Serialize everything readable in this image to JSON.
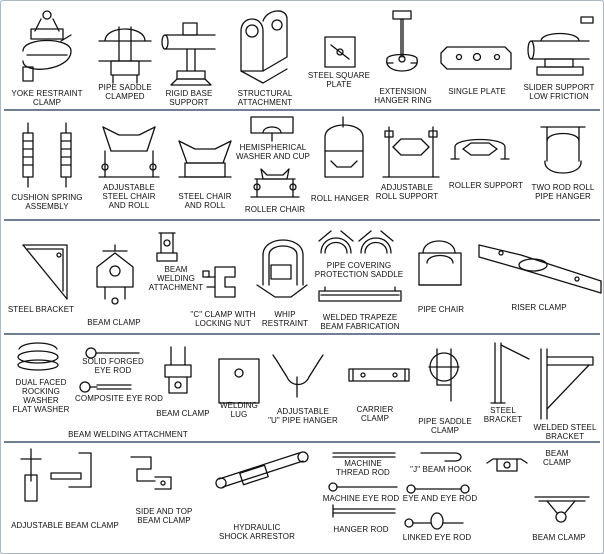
{
  "row1": {
    "yoke_restraint_clamp": "YOKE RESTRAINT\nCLAMP",
    "pipe_saddle_clamped": "PIPE SADDLE\nCLAMPED",
    "rigid_base_support": "RIGID BASE\nSUPPORT",
    "structural_attachment": "STRUCTURAL\nATTACHMENT",
    "steel_square_plate": "STEEL SQUARE\nPLATE",
    "extension_hanger_ring": "EXTENSION\nHANGER RING",
    "single_plate": "SINGLE PLATE",
    "slider_support": "SLIDER SUPPORT\nLOW FRICTION"
  },
  "row2": {
    "cushion_spring_assembly": "CUSHION SPRING\nASSEMBLY",
    "adjustable_steel_chair_and_roll": "ADJUSTABLE\nSTEEL CHAIR\nAND ROLL",
    "steel_chair_and_roll": "STEEL CHAIR\nAND ROLL",
    "hemispherical_washer_and_cup": "HEMISPHERICAL\nWASHER AND CUP",
    "roller_chair": "ROLLER CHAIR",
    "roll_hanger": "ROLL HANGER",
    "adjustable_roll_support": "ADJUSTABLE\nROLL SUPPORT",
    "roller_support": "ROLLER SUPPORT",
    "two_rod_roll_pipe_hanger": "TWO ROD ROLL\nPIPE HANGER"
  },
  "row3": {
    "steel_bracket": "STEEL BRACKET",
    "beam_clamp": "BEAM CLAMP",
    "beam_welding_attachment": "BEAM\nWELDING\nATTACHMENT",
    "c_clamp_with_locking_nut": "\"C\" CLAMP WITH\nLOCKING NUT",
    "whip_restraint": "WHIP\nRESTRAINT",
    "pipe_covering_protection_saddle": "PIPE COVERING\nPROTECTION SADDLE",
    "welded_trapeze_beam_fabrication": "WELDED TRAPEZE\nBEAM FABRICATION",
    "pipe_chair": "PIPE CHAIR",
    "riser_clamp": "RISER CLAMP"
  },
  "row4": {
    "dual_faced_rocking_washer": "DUAL FACED\nROCKING\nWASHER\nFLAT WASHER",
    "solid_forged_eye_rod": "SOLID FORGED\nEYE ROD",
    "composite_eye_rod": "COMPOSITE EYE ROD",
    "beam_clamp": "BEAM CLAMP",
    "welding_lug": "WELDING\nLUG",
    "adjustable_u_pipe_hanger": "ADJUSTABLE\n\"U\" PIPE HANGER",
    "carrier_clamp": "CARRIER\nCLAMP",
    "pipe_saddle_clamp": "PIPE SADDLE\nCLAMP",
    "steel_bracket": "STEEL\nBRACKET",
    "welded_steel_bracket": "WELDED STEEL\nBRACKET",
    "beam_welding_attachment": "BEAM WELDING ATTACHMENT"
  },
  "row5": {
    "adjustable_beam_clamp": "ADJUSTABLE BEAM CLAMP",
    "side_and_top_beam_clamp": "SIDE AND TOP\nBEAM CLAMP",
    "hydraulic_shock_arrestor": "HYDRAULIC\nSHOCK ARRESTOR",
    "machine_thread_rod": "MACHINE\nTHREAD ROD",
    "machine_eye_rod": "MACHINE EYE ROD",
    "hanger_rod": "HANGER ROD",
    "j_beam_hook": "\"J\" BEAM HOOK",
    "eye_and_eye_rod": "EYE AND EYE ROD",
    "linked_eye_rod": "LINKED EYE ROD",
    "beam_clamp_top": "BEAM\nCLAMP",
    "beam_clamp_bottom": "BEAM CLAMP"
  }
}
